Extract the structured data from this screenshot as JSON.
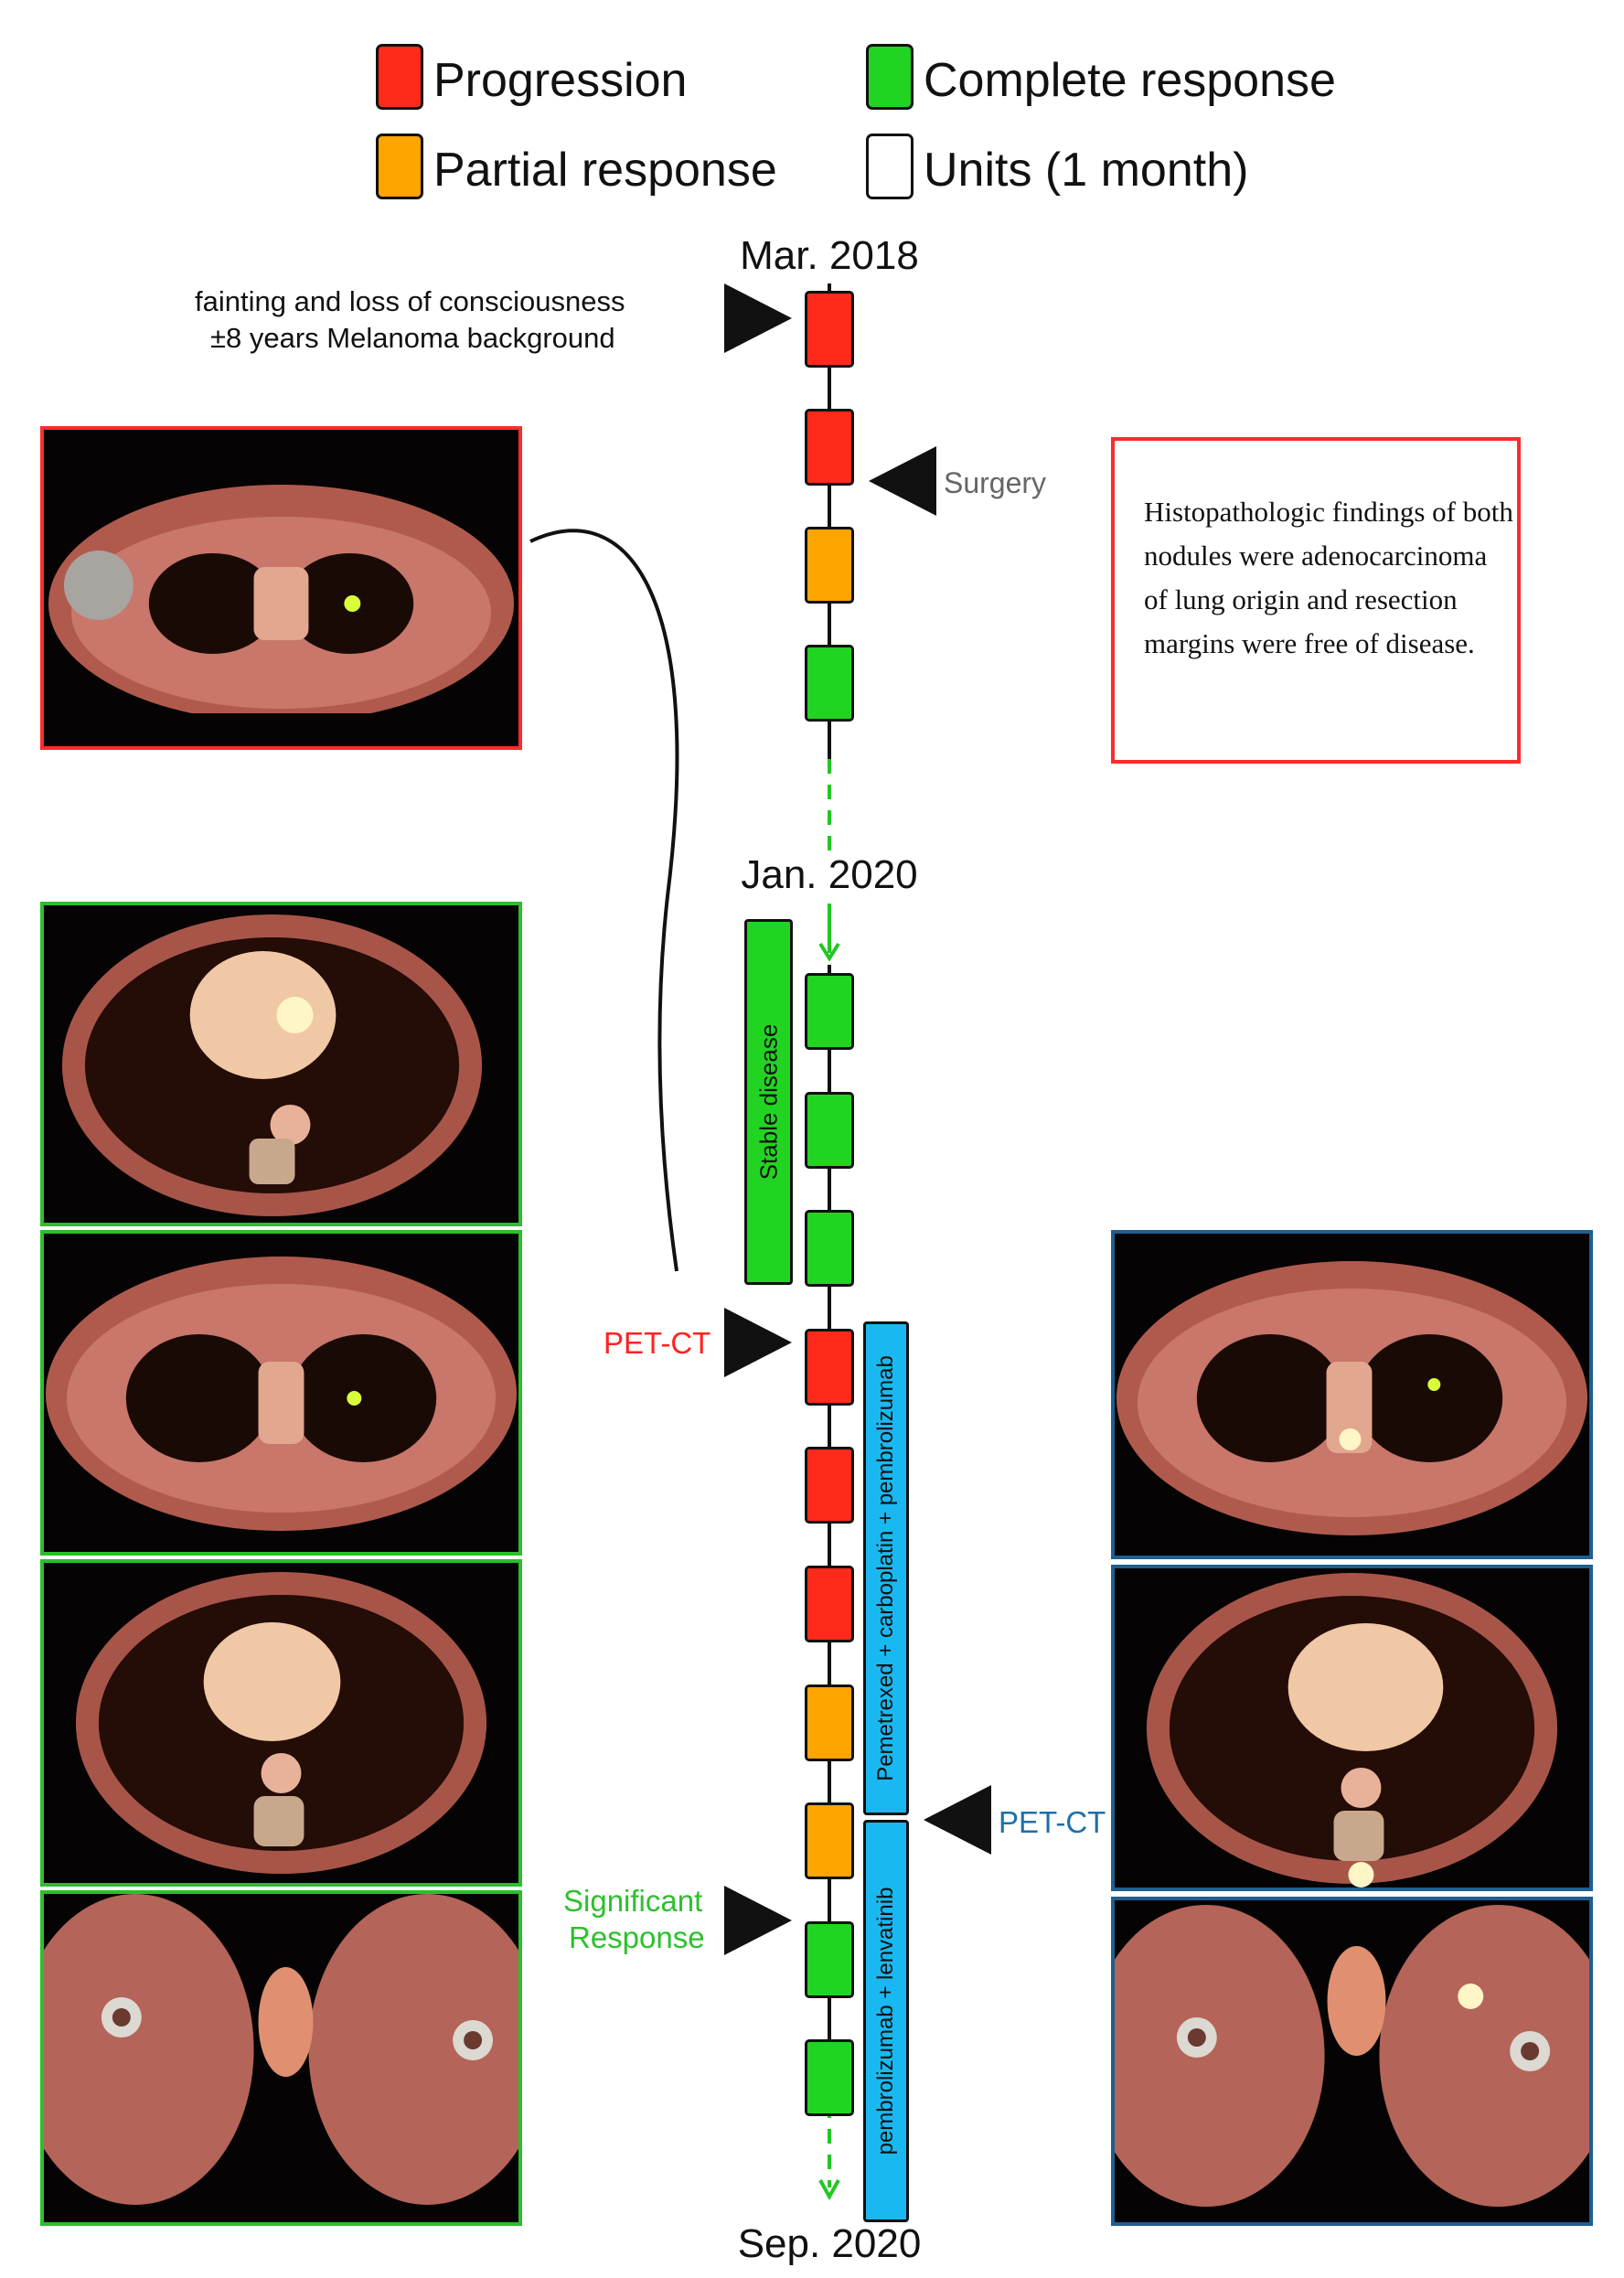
{
  "colors": {
    "progression": "#ff2a1a",
    "partial": "#ffa500",
    "complete": "#22d422",
    "units": "#ffffff",
    "therapy": "#1ab8f0",
    "panel_green": "#2bbf2b",
    "panel_red": "#ff2a2a",
    "panel_blue": "#1f5f8f",
    "dashed_green": "#22c722"
  },
  "legend": {
    "progression": "Progression",
    "complete": "Complete response",
    "partial": "Partial response",
    "units": "Units (1 month)"
  },
  "timeline": {
    "start_date": "Mar. 2018",
    "mid_date": "Jan. 2020",
    "end_date": "Sep. 2020",
    "segment1_units": [
      "progression",
      "progression",
      "partial",
      "complete"
    ],
    "segment2_units": [
      "complete",
      "complete",
      "complete",
      "progression",
      "progression",
      "progression",
      "partial",
      "partial",
      "complete",
      "complete"
    ]
  },
  "events": {
    "onset_line1": "fainting and loss of consciousness",
    "onset_line2": "±8 years Melanoma background",
    "surgery": "Surgery",
    "petct_red": "PET-CT",
    "petct_blue": "PET-CT",
    "significant_line1": "Significant",
    "significant_line2": "Response"
  },
  "therapies": {
    "stable": "Stable disease",
    "chemo": "Pemetrexed + carboplatin + pembrolizumab",
    "lenvatinib": "pembrolizumab + lenvatinib"
  },
  "histopathology": "Histopathologic findings of both\nnodules were adenocarcinoma\nof lung origin and resection\nmargins were free of disease."
}
